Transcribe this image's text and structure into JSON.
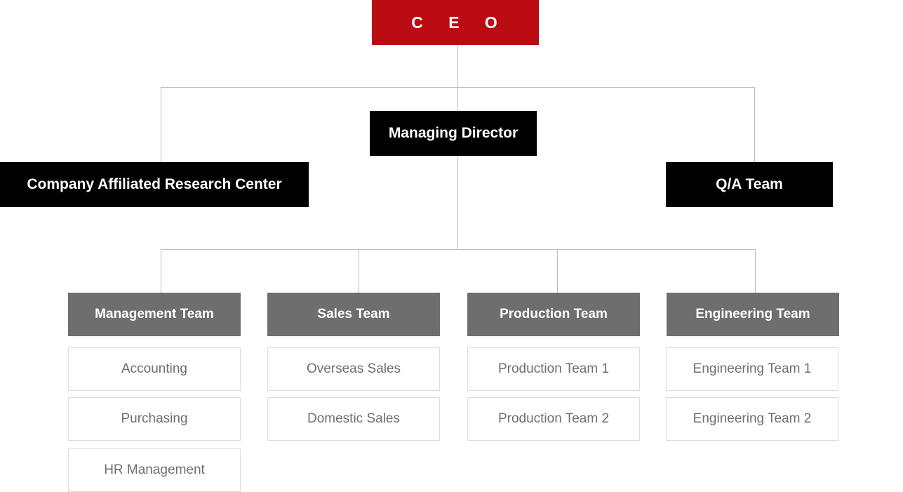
{
  "ceo": {
    "label": "C E O"
  },
  "managing_director": {
    "label": "Managing Director"
  },
  "research_center": {
    "label": "Company Affiliated Research Center"
  },
  "qa_team": {
    "label": "Q/A Team"
  },
  "teams": [
    {
      "label": "Management Team",
      "units": [
        "Accounting",
        "Purchasing",
        "HR Management"
      ]
    },
    {
      "label": "Sales Team",
      "units": [
        "Overseas Sales",
        "Domestic Sales"
      ]
    },
    {
      "label": "Production Team",
      "units": [
        "Production Team 1",
        "Production Team 2"
      ]
    },
    {
      "label": "Engineering Team",
      "units": [
        "Engineering Team 1",
        "Engineering Team 2"
      ]
    }
  ],
  "colors": {
    "ceo": "#bb0c14",
    "executive": "#000000",
    "team": "#6e6e6e",
    "unit_border": "#dcdcdc",
    "connector": "#bdbdbd"
  }
}
